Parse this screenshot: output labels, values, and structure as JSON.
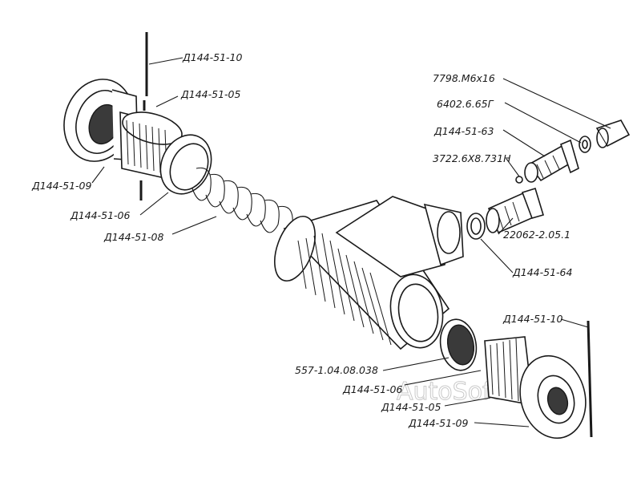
{
  "watermark": "AutoSoft",
  "labels": {
    "l1": "Д144-51-10",
    "l2": "Д144-51-05",
    "l3": "Д144-51-09",
    "l4": "Д144-51-06",
    "l5": "Д144-51-08",
    "l6": "7798.М6x16",
    "l7": "6402.6.65Г",
    "l8": "Д144-51-63",
    "l9": "3722.6Х8.731Н",
    "l10": "22062-2.05.1",
    "l11": "Д144-51-64",
    "l12": "Д144-51-10",
    "l13": "557-1.04.08.038",
    "l14": "Д144-51-06",
    "l15": "Д144-51-05",
    "l16": "Д144-51-09"
  }
}
